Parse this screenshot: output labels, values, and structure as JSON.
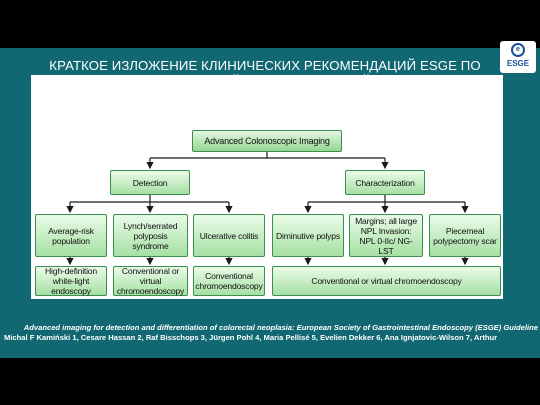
{
  "slide": {
    "title": "КРАТКОЕ ИЗЛОЖЕНИЕ КЛИНИЧЕСКИХ РЕКОМЕНДАЦИЙ ESGE ПО ДИАГНОСТИКИ НЕОПЛАЗИЙ КОЛОРЕКТАЛЬНОЙ ЛОКАЛИЗАЦИИ",
    "logo_text": "ESGE"
  },
  "diagram": {
    "root": "Advanced Colonoscopic Imaging",
    "detection": {
      "label": "Detection",
      "populations": [
        "Average-risk population",
        "Lynch/serrated polyposis syndrome",
        "Ulcerative colitis"
      ],
      "methods": [
        "High-definition white-light endoscopy",
        "Conventional or virtual chromoendoscopy",
        "Conventional chromoendoscopy"
      ]
    },
    "characterization": {
      "label": "Characterization",
      "lesions": [
        "Diminutive polyps",
        "Margins; all large NPL Invasion: NPL 0-IIc/ NG-LST",
        "Piecemeal polypectomy scar"
      ],
      "method": "Conventional or virtual chromoendoscopy"
    }
  },
  "caption": {
    "title": "Advanced imaging for detection and differentiation of colorectal neoplasia: European Society of Gastrointestinal Endoscopy (ESGE) Guideline",
    "authors": "Michal F Kamiński 1, Cesare Hassan 2, Raf Bisschops 3, Jürgen Pohl 4, Maria Pellisé 5, Evelien Dekker 6, Ana Ignjatovic-Wilson 7, Arthur"
  }
}
